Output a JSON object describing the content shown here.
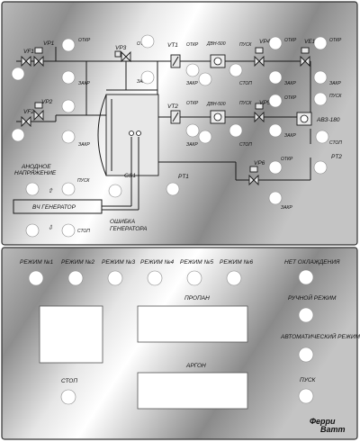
{
  "upper": {
    "valves": {
      "vp1": "VP1",
      "vp2": "VP2",
      "vf1": "VF1",
      "vf2": "VF2",
      "vp3": "VP3",
      "vt1": "VT1",
      "vt2": "VT2",
      "vp4": "VP4",
      "vp5": "VP5",
      "ve1": "VE1",
      "vp6": "VP6",
      "dvn1": "ДВН-500",
      "dvn2": "ДВН-500",
      "avz": "АВЗ-180",
      "gs1": "GS1",
      "pt1": "PT1",
      "pt2": "PT2"
    },
    "state": {
      "open": "ОТКР",
      "closed": "ЗАКР",
      "start": "ПУСК",
      "stop": "СТОП"
    },
    "anode_voltage_1": "АНОДНОЕ",
    "anode_voltage_2": "НАПРЯЖЕНИЕ",
    "hf_generator": "ВЧ ГЕНЕРАТОР",
    "gen_error_1": "ОШИБКА",
    "gen_error_2": "ГЕНЕРАТОРА",
    "arrow_up": "⇧",
    "arrow_down": "⇩"
  },
  "lower": {
    "modes": [
      "РЕЖИМ №1",
      "РЕЖИМ №2",
      "РЕЖИМ №3",
      "РЕЖИМ №4",
      "РЕЖИМ №5",
      "РЕЖИМ №6"
    ],
    "no_cooling": "НЕТ ОХЛАЖДЕНИЯ",
    "manual_mode": "РУЧНОЙ РЕЖИМ",
    "auto_mode": "АВТОМАТИЧЕСКИЙ РЕЖИМ",
    "start": "ПУСК",
    "stop": "СТОП",
    "propane": "ПРОПАН",
    "argon": "АРГОН",
    "brand_1": "Ферри",
    "brand_2": "Ватт"
  }
}
